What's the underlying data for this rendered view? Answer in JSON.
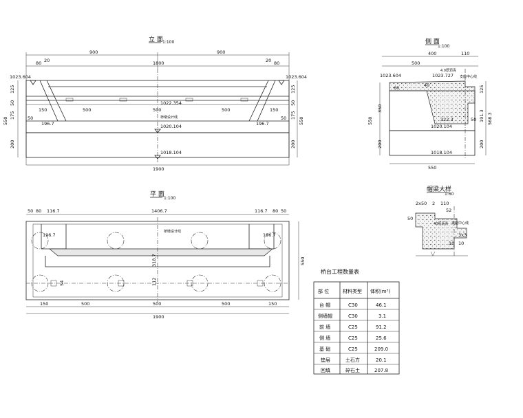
{
  "views": {
    "elevation": {
      "title": "立 面",
      "scale": "1:100",
      "dims_top": [
        "900",
        "900",
        "1800",
        "80",
        "20",
        "20",
        "80"
      ],
      "dims_left": [
        "125",
        "50",
        "175",
        "550",
        "200"
      ],
      "dims_right": [
        "125",
        "50",
        "175",
        "550",
        "200"
      ],
      "inner": [
        "150",
        "500",
        "500",
        "500",
        "150",
        "50",
        "50"
      ],
      "wing": [
        "196.7",
        "196.7"
      ],
      "elev_left": "1023.604",
      "elev_right": "1023.604",
      "elev_center": "1022.354",
      "elev_2": "1020.104",
      "elev_3": "1018.104",
      "note": "桥墩设计线",
      "bottom": "1900"
    },
    "side": {
      "title": "侧 面",
      "scale": "1:100",
      "dims_top": [
        "400",
        "110",
        "500"
      ],
      "elev_a": "1023.604",
      "elev_b": "1023.727",
      "elev_c": "1020.104",
      "elev_d": "1018.104",
      "left": [
        "550",
        "350",
        "200"
      ],
      "right": [
        "125",
        "191.3",
        "568.3",
        "200"
      ],
      "mid": [
        "322.3",
        "50"
      ],
      "label1": "60",
      "label2": "40",
      "note1": "4.0厚沥青",
      "note2": "支座中心线",
      "bottom": "550"
    },
    "plan": {
      "title": "平 面",
      "scale": "1:100",
      "dims_top": [
        "50",
        "80",
        "116.7",
        "1406.7",
        "116.7",
        "80",
        "50"
      ],
      "dims_bottom": [
        "150",
        "500",
        "500",
        "500",
        "150"
      ],
      "bottom": "1900",
      "right": "550",
      "wing": [
        "196.7",
        "196.7"
      ],
      "inner": [
        "318.7",
        "112",
        "54"
      ],
      "note": "桥墩设计线"
    },
    "detail": {
      "title": "帽梁大样",
      "scale": "1:60",
      "dims": [
        "2x50",
        "2",
        "110",
        "52",
        "50",
        "10",
        "3x3",
        "10"
      ],
      "note1": "40厚沥青",
      "note2": "支座中心线"
    }
  },
  "table": {
    "title": "桥台工程数量表",
    "headers": [
      "部 位",
      "材料类型",
      "体积(m³)"
    ],
    "rows": [
      [
        "台 帽",
        "C30",
        "46.1"
      ],
      [
        "侧墙帽",
        "C30",
        "3.1"
      ],
      [
        "前 墙",
        "C25",
        "91.2"
      ],
      [
        "侧 墙",
        "C25",
        "25.6"
      ],
      [
        "基 础",
        "C25",
        "209.0"
      ],
      [
        "垫层",
        "土石方",
        "20.1"
      ],
      [
        "回填",
        "碎石土",
        "207.8"
      ]
    ]
  }
}
